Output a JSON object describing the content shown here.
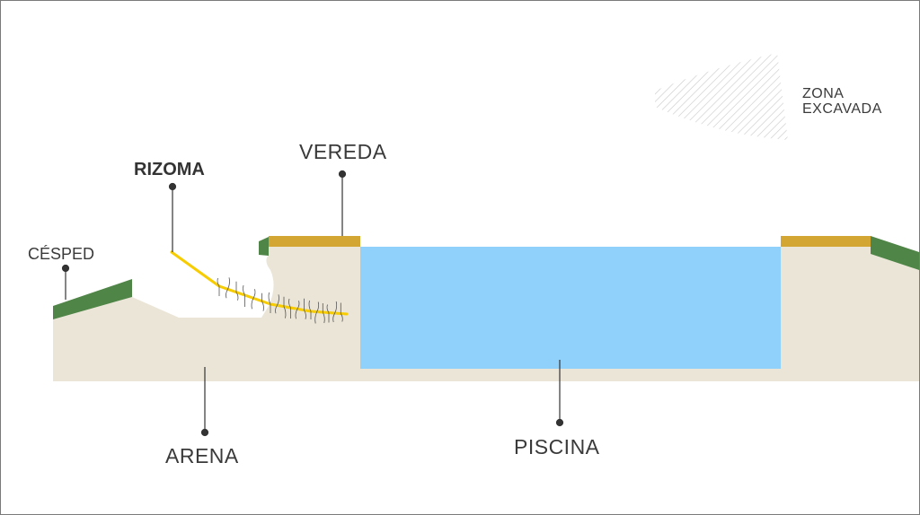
{
  "labels": {
    "cesped": "CÉSPED",
    "rizoma": "RIZOMA",
    "vereda": "VEREDA",
    "arena": "ARENA",
    "piscina": "PISCINA"
  },
  "legend": {
    "line1": "ZONA",
    "line2": "EXCAVADA"
  },
  "colors": {
    "sand": "#ebe5d7",
    "water": "#8fd1fa",
    "grass": "#4f8546",
    "sidewalk": "#d3a533",
    "rhizome": "#f7cc00",
    "leader": "#333333",
    "hatch": "#c8c8c8"
  }
}
